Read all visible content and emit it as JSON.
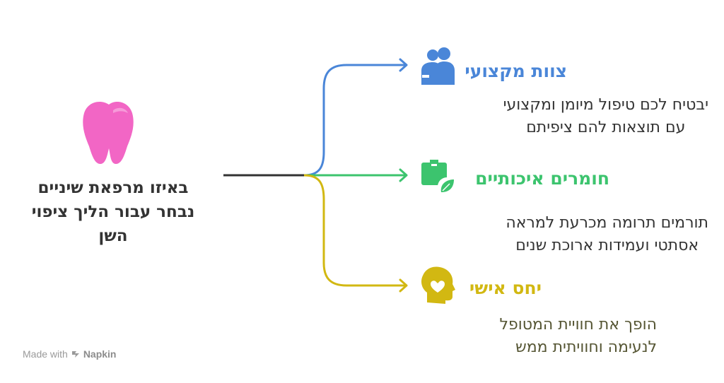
{
  "main_question": {
    "lines": [
      "באיזו מרפאת שיניים",
      "נבחר עבור הליך ציפוי",
      "השן"
    ]
  },
  "branches": [
    {
      "heading": "צוות מקצועי",
      "description_lines": [
        "יבטיח לכם טיפול מיומן ומקצועי",
        "עם תוצאות להם ציפיתם"
      ],
      "icon": "team-icon",
      "color": "#4a86d8",
      "desc_color": "#444444"
    },
    {
      "heading": "חומרים איכותיים",
      "description_lines": [
        "תורמים תרומה מכרעת למראה",
        "אסתטי ועמידות ארוכת שנים"
      ],
      "icon": "eco-package-icon",
      "color": "#3cc46e",
      "desc_color": "#444444"
    },
    {
      "heading": "יחס אישי",
      "description_lines": [
        "הופך את חוויית המטופל",
        "לנעימה וחוויתית ממש"
      ],
      "icon": "head-heart-icon",
      "color": "#d2b812",
      "desc_color": "#555533"
    }
  ],
  "central_icon": "tooth-icon",
  "central_icon_color": "#f266c5",
  "credit": {
    "prefix": "Made with",
    "brand": "Napkin"
  }
}
